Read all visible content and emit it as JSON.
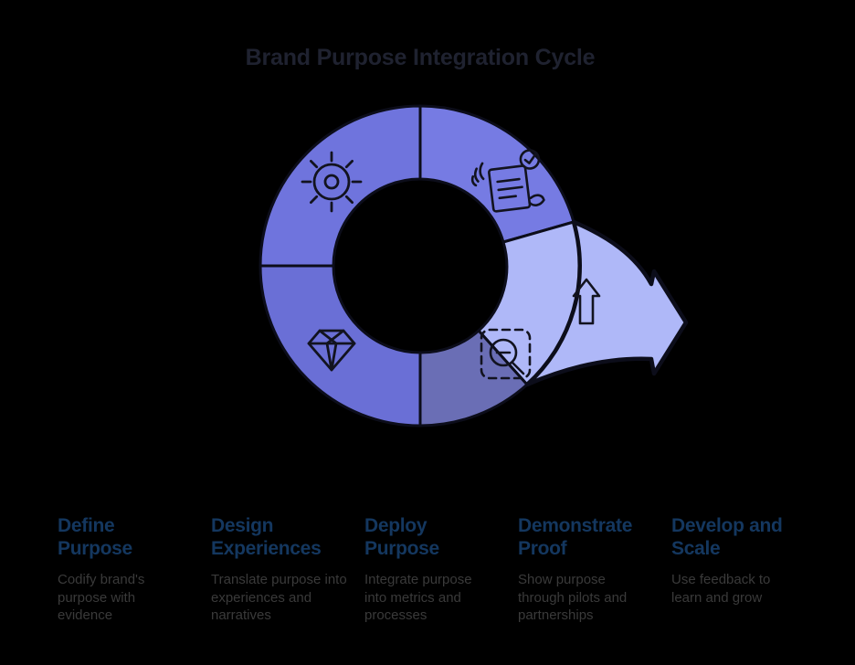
{
  "title": "Brand Purpose Integration Cycle",
  "diagram": {
    "type": "cycle-with-exit-arrow",
    "colors": {
      "background": "#000000",
      "outline": "#0c0d1a",
      "top_left": "#6f74dd",
      "top_right": "#767be3",
      "bottom_left": "#6a6fd6",
      "bottom_right": "#6a6eb5",
      "arrow": "#afb8f8"
    },
    "icons": {
      "top_left": "sun-icon",
      "top_right": "document-check-icon",
      "bottom_left": "diamond-icon",
      "bottom_right": "zoom-out-magnifier-icon",
      "arrow": "up-arrow-icon"
    }
  },
  "columns": [
    {
      "heading": "Define\nPurpose",
      "body": "Codify brand's\npurpose with\nevidence"
    },
    {
      "heading": "Design\nExperiences",
      "body": "Translate purpose into\nexperiences and\nnarratives"
    },
    {
      "heading": "Deploy\nPurpose",
      "body": "Integrate purpose\ninto metrics and\nprocesses"
    },
    {
      "heading": "Demonstrate\nProof",
      "body": "Show purpose\nthrough pilots and\npartnerships"
    },
    {
      "heading": "Develop and\nScale",
      "body": "Use feedback to\nlearn and grow"
    }
  ],
  "text_colors": {
    "title": "#1f2230",
    "heading": "#14375f",
    "body": "#3a3a3a"
  }
}
